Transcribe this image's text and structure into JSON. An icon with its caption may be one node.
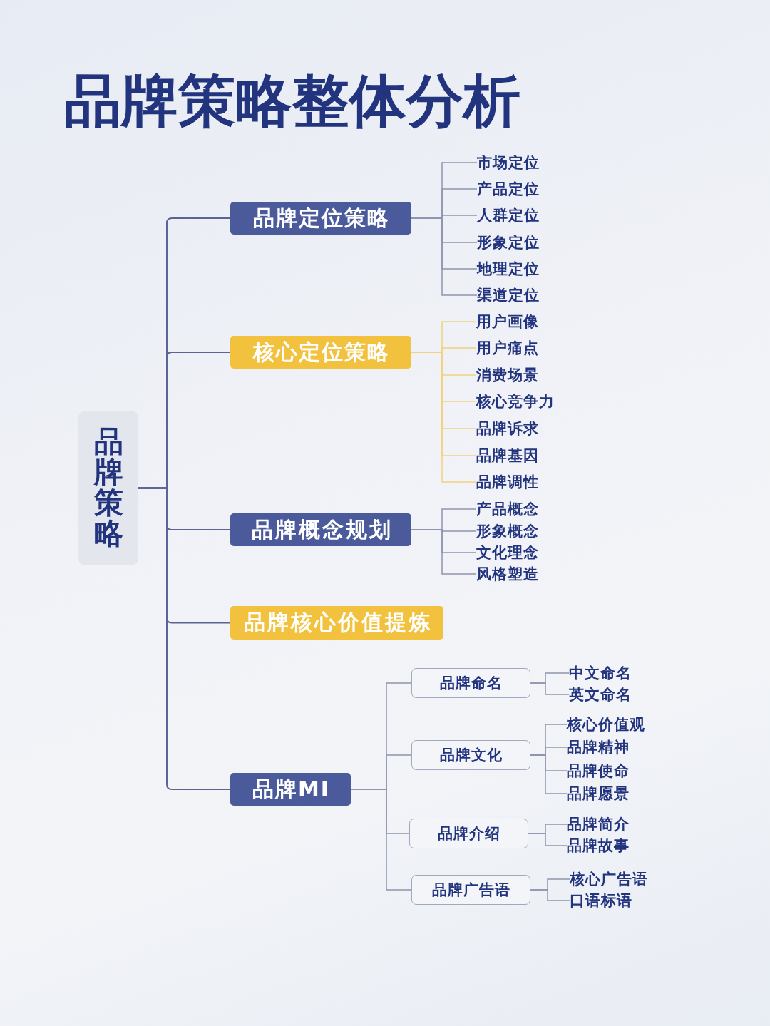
{
  "diagram": {
    "title": "品牌策略整体分析",
    "nodes": [
      {
        "text": [
          "品牌策略"
        ]
      },
      {
        "text": [
          "品牌定位策略"
        ]
      },
      {
        "text": [
          "市场定位"
        ]
      },
      {
        "text": [
          "产品定位"
        ]
      },
      {
        "text": [
          "人群定位"
        ]
      },
      {
        "text": [
          "形象定位"
        ]
      },
      {
        "text": [
          "地理定位"
        ]
      },
      {
        "text": [
          "渠道定位"
        ]
      },
      {
        "text": [
          "核心定位策略"
        ]
      },
      {
        "text": [
          "用户画像"
        ]
      },
      {
        "text": [
          "用户痛点"
        ]
      },
      {
        "text": [
          "消费场景"
        ]
      },
      {
        "text": [
          "核心竞争力"
        ]
      },
      {
        "text": [
          "品牌诉求"
        ]
      },
      {
        "text": [
          "品牌基因"
        ]
      },
      {
        "text": [
          "品牌调性"
        ]
      },
      {
        "text": [
          "品牌概念规划"
        ]
      },
      {
        "text": [
          "产品概念"
        ]
      },
      {
        "text": [
          "形象概念"
        ]
      },
      {
        "text": [
          "文化理念"
        ]
      },
      {
        "text": [
          "风格塑造"
        ]
      },
      {
        "text": [
          "品牌核心价值提炼"
        ]
      },
      {
        "text": [
          "品牌MI"
        ]
      },
      {
        "text": [
          "品牌命名"
        ]
      },
      {
        "text": [
          "中文命名"
        ]
      },
      {
        "text": [
          "英文命名"
        ]
      },
      {
        "text": [
          "品牌文化"
        ]
      },
      {
        "text": [
          "核心价值观"
        ]
      },
      {
        "text": [
          "品牌精神"
        ]
      },
      {
        "text": [
          "品牌使命"
        ]
      },
      {
        "text": [
          "品牌愿景"
        ]
      },
      {
        "text": [
          "品牌介绍"
        ]
      },
      {
        "text": [
          "品牌简介"
        ]
      },
      {
        "text": [
          "品牌故事"
        ]
      },
      {
        "text": [
          "品牌广告语"
        ]
      },
      {
        "text": [
          "核心广告语"
        ]
      },
      {
        "text": [
          "口语标语"
        ]
      }
    ],
    "edges": [
      {
        "from": 0,
        "to": 1,
        "arrow": "none",
        "color": "#5b6493"
      },
      {
        "from": 0,
        "to": 8,
        "arrow": "none",
        "color": "#5b6493"
      },
      {
        "from": 0,
        "to": 16,
        "arrow": "none",
        "color": "#5b6493"
      },
      {
        "from": 0,
        "to": 21,
        "arrow": "none",
        "color": "#5b6493"
      },
      {
        "from": 0,
        "to": 22,
        "arrow": "none",
        "color": "#5b6493"
      },
      {
        "from": 1,
        "to": 2,
        "arrow": "none"
      },
      {
        "from": 1,
        "to": 3,
        "arrow": "none"
      },
      {
        "from": 1,
        "to": 4,
        "arrow": "none"
      },
      {
        "from": 1,
        "to": 5,
        "arrow": "none"
      },
      {
        "from": 1,
        "to": 6,
        "arrow": "none"
      },
      {
        "from": 1,
        "to": 7,
        "arrow": "none"
      },
      {
        "from": 8,
        "to": 9,
        "arrow": "none",
        "color": "#f1d27e"
      },
      {
        "from": 8,
        "to": 10,
        "arrow": "none",
        "color": "#f1d27e"
      },
      {
        "from": 8,
        "to": 11,
        "arrow": "none",
        "color": "#f1d27e"
      },
      {
        "from": 8,
        "to": 12,
        "arrow": "none",
        "color": "#f1d27e"
      },
      {
        "from": 8,
        "to": 13,
        "arrow": "none",
        "color": "#f1d27e"
      },
      {
        "from": 8,
        "to": 14,
        "arrow": "none",
        "color": "#f1d27e"
      },
      {
        "from": 8,
        "to": 15,
        "arrow": "none",
        "color": "#f1d27e"
      },
      {
        "from": 16,
        "to": 17,
        "arrow": "none"
      },
      {
        "from": 16,
        "to": 18,
        "arrow": "none"
      },
      {
        "from": 16,
        "to": 19,
        "arrow": "none"
      },
      {
        "from": 16,
        "to": 20,
        "arrow": "none"
      },
      {
        "from": 22,
        "to": 23,
        "arrow": "none"
      },
      {
        "from": 22,
        "to": 26,
        "arrow": "none"
      },
      {
        "from": 22,
        "to": 31,
        "arrow": "none"
      },
      {
        "from": 22,
        "to": 34,
        "arrow": "none"
      },
      {
        "from": 23,
        "to": 24,
        "arrow": "none"
      },
      {
        "from": 23,
        "to": 25,
        "arrow": "none"
      },
      {
        "from": 26,
        "to": 27,
        "arrow": "none"
      },
      {
        "from": 26,
        "to": 28,
        "arrow": "none"
      },
      {
        "from": 26,
        "to": 29,
        "arrow": "none"
      },
      {
        "from": 26,
        "to": 30,
        "arrow": "none"
      },
      {
        "from": 31,
        "to": 32,
        "arrow": "none"
      },
      {
        "from": 31,
        "to": 33,
        "arrow": "none"
      },
      {
        "from": 34,
        "to": 35,
        "arrow": "none"
      },
      {
        "from": 34,
        "to": 36,
        "arrow": "none"
      }
    ]
  }
}
